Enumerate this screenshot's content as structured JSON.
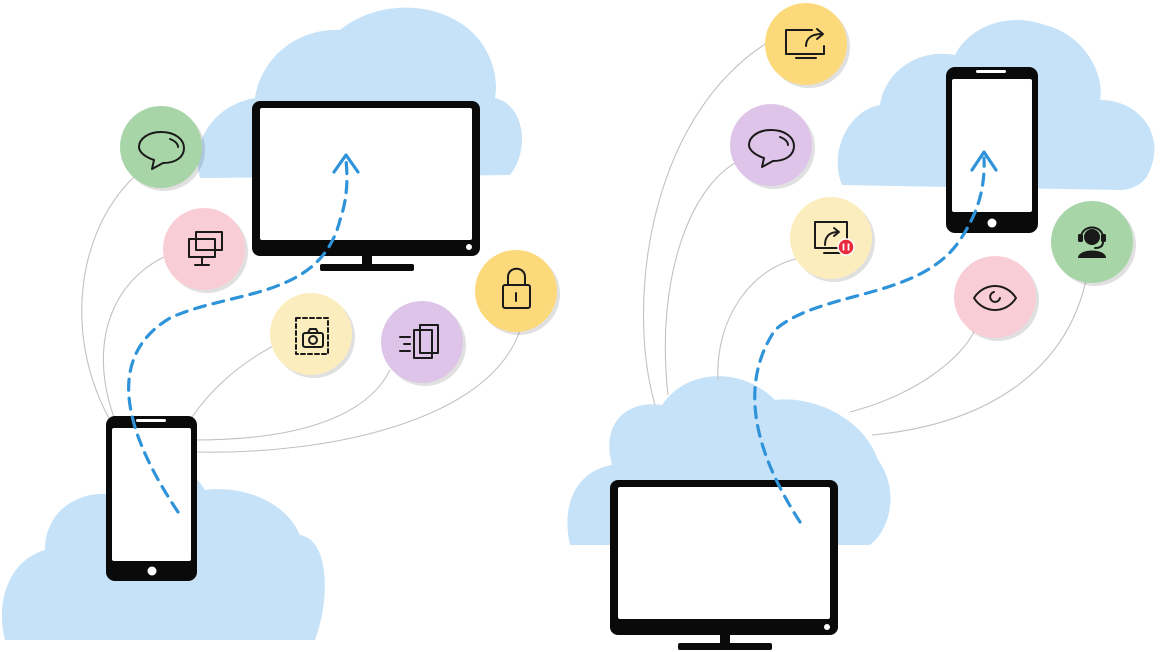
{
  "colors": {
    "cloud": "#c5e2f8",
    "device_frame": "#0a0a0a",
    "dashed_path": "#2f93d9",
    "connector": "#c2c2c2",
    "badge_green": "#a8d5a8",
    "badge_pink": "#f9cdd6",
    "badge_cream": "#fbedbd",
    "badge_purple": "#ddc4e8",
    "badge_yellow": "#fcd97a",
    "badge_record": "#e8293b"
  },
  "left_scene": {
    "source_device": "smartphone",
    "target_device": "television",
    "badges": [
      {
        "icon": "chat-bubble-icon",
        "color": "badge_green"
      },
      {
        "icon": "multi-screen-icon",
        "color": "badge_pink"
      },
      {
        "icon": "screenshot-camera-icon",
        "color": "badge_cream"
      },
      {
        "icon": "fast-transfer-files-icon",
        "color": "badge_purple"
      },
      {
        "icon": "padlock-icon",
        "color": "badge_yellow"
      }
    ]
  },
  "right_scene": {
    "source_device": "television",
    "target_device": "smartphone",
    "badges": [
      {
        "icon": "screen-share-icon",
        "color": "badge_yellow"
      },
      {
        "icon": "chat-bubble-icon",
        "color": "badge_purple"
      },
      {
        "icon": "screen-share-record-icon",
        "color": "badge_cream"
      },
      {
        "icon": "eye-view-icon",
        "color": "badge_pink"
      },
      {
        "icon": "headset-support-icon",
        "color": "badge_green"
      }
    ]
  }
}
